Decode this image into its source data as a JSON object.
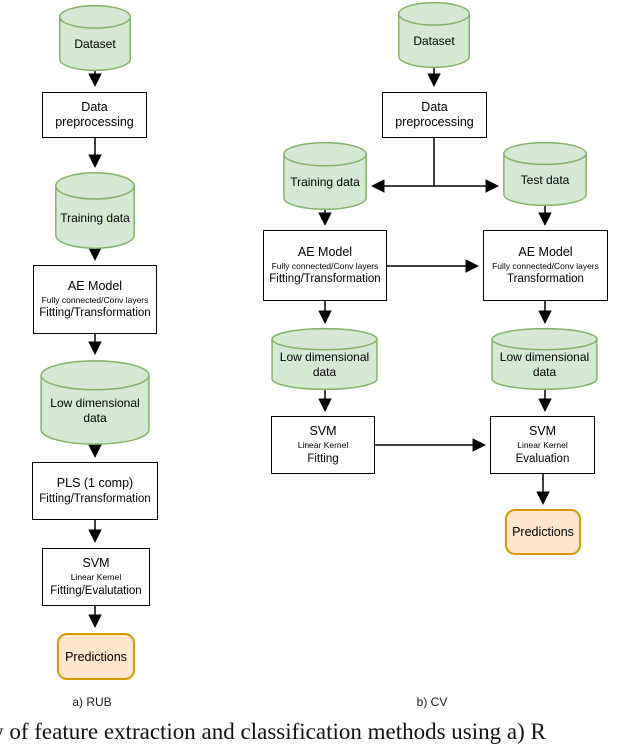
{
  "colors": {
    "cylinder_fill": "#d5e8d4",
    "cylinder_stroke": "#82b366",
    "predictions_fill": "#ffe6cc",
    "predictions_stroke": "#d79b00",
    "box_stroke": "#000000"
  },
  "panel_a": {
    "label": "a) RUB",
    "nodes": {
      "dataset": "Dataset",
      "preprocessing": "Data preprocessing",
      "training_data": "Training data",
      "ae_model": {
        "title": "AE Model",
        "sub": "Fully connected/Conv layers",
        "line": "Fitting/Transformation"
      },
      "low_dim": "Low dimensional data",
      "pls": {
        "title": "PLS (1 comp)",
        "line": "Fitting/Transformation"
      },
      "svm": {
        "title": "SVM",
        "sub": "Linear Kernel",
        "line": "Fitting/Evalutation"
      },
      "predictions": "Predictions"
    }
  },
  "panel_b": {
    "label": "b) CV",
    "nodes": {
      "dataset": "Dataset",
      "preprocessing": "Data preprocessing",
      "training_data": "Training data",
      "test_data": "Test data",
      "ae_model_train": {
        "title": "AE Model",
        "sub": "Fully connected/Conv layers",
        "line": "Fitting/Transformation"
      },
      "ae_model_test": {
        "title": "AE Model",
        "sub": "Fully connected/Conv layers",
        "line": "Transformation"
      },
      "low_dim_train": "Low dimensional data",
      "low_dim_test": "Low dimensional data",
      "svm_fit": {
        "title": "SVM",
        "sub": "Linear Kernel",
        "line": "Fitting"
      },
      "svm_eval": {
        "title": "SVM",
        "sub": "Linear Kernel",
        "line": "Evaluation"
      },
      "predictions": "Predictions"
    }
  },
  "caption_fragment": "w of feature extraction and classification methods using a) R"
}
